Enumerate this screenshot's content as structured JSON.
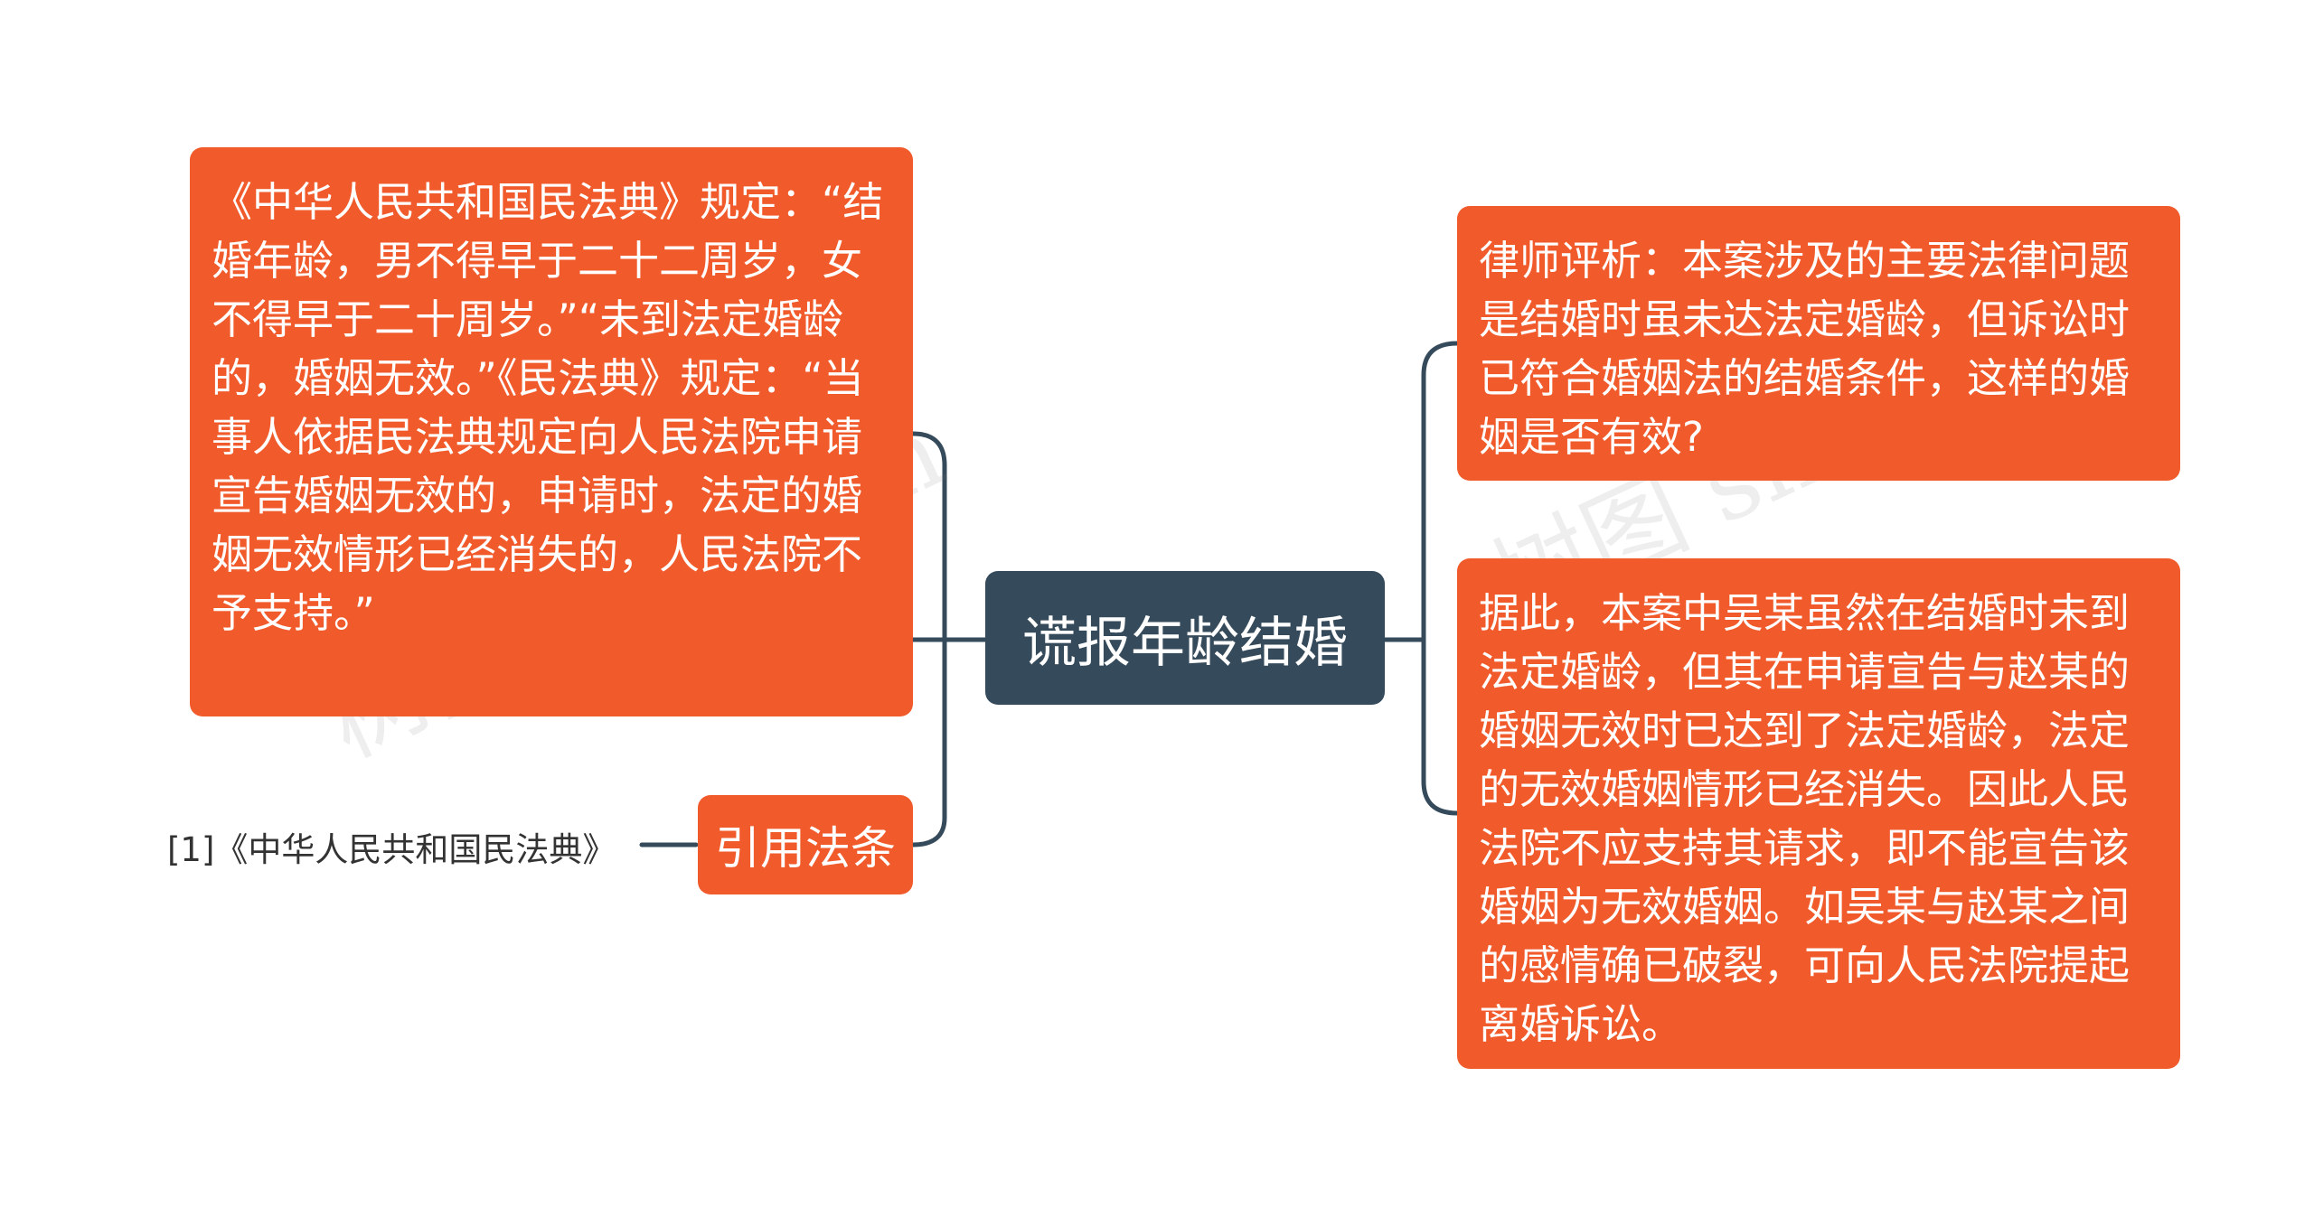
{
  "central": {
    "label": "谎报年龄结婚"
  },
  "left_nodes": [
    {
      "text": "《中华人民共和国民法典》规定：“结婚年龄，男不得早于二十二周岁，女不得早于二十周岁。”“未到法定婚龄的，婚姻无效。”《民法典》规定：“当事人依据民法典规定向人民法院申请宣告婚姻无效的，申请时，法定的婚姻无效情形已经消失的，人民法院不予支持。”"
    },
    {
      "text": "引用法条"
    }
  ],
  "leaf": {
    "text": "[1]《中华人民共和国民法典》"
  },
  "right_nodes": [
    {
      "text": "律师评析：本案涉及的主要法律问题是结婚时虽未达法定婚龄，但诉讼时已符合婚姻法的结婚条件，这样的婚姻是否有效?"
    },
    {
      "text": "据此，本案中吴某虽然在结婚时未到法定婚龄，但其在申请宣告与赵某的婚姻无效时已达到了法定婚龄，法定的无效婚姻情形已经消失。因此人民法院不应支持其请求，即不能宣告该婚姻为无效婚姻。如吴某与赵某之间的感情确已破裂，可向人民法院提起离婚诉讼。"
    }
  ],
  "watermarks": [
    {
      "text": "树图 shutu.cn"
    },
    {
      "text": "树图 shutu.cn"
    }
  ],
  "colors": {
    "topic": "#f15a2b",
    "central": "#354a5a",
    "line": "#354a5a"
  }
}
